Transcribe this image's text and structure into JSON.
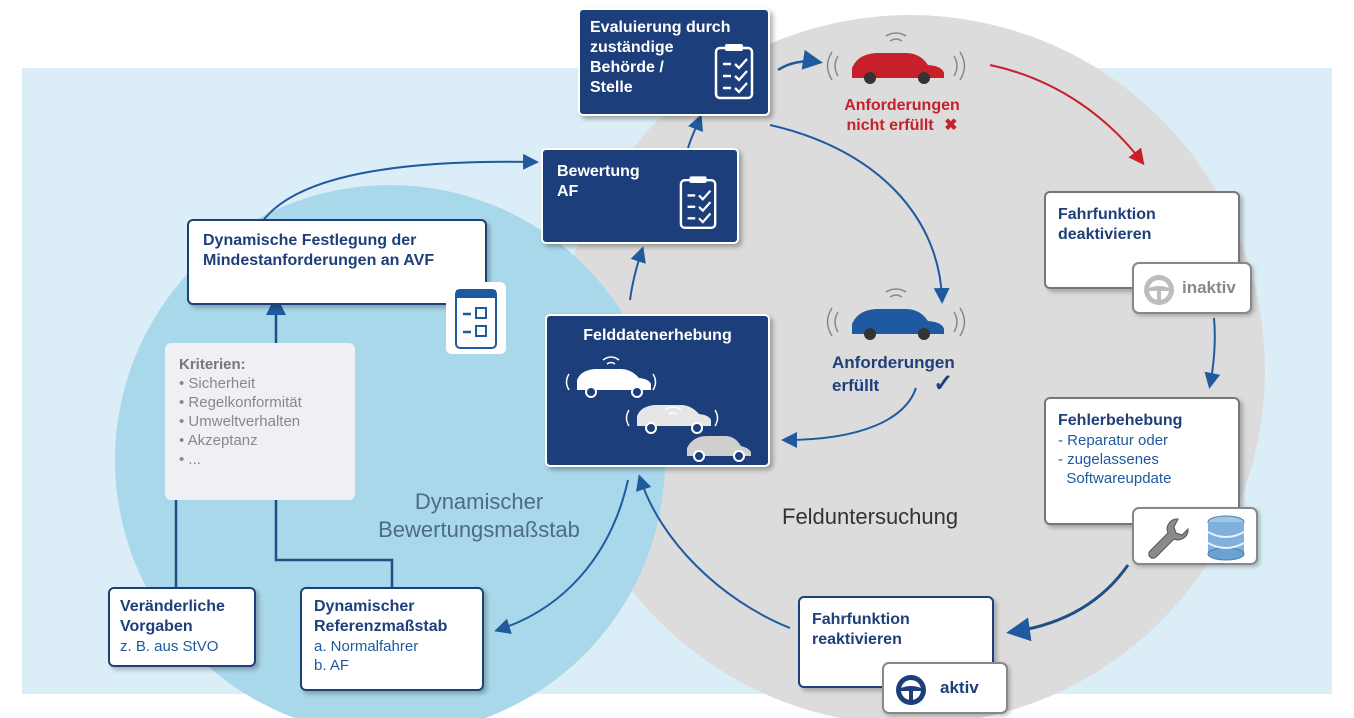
{
  "evaluation": {
    "title_lines": [
      "Evaluierung durch",
      "zuständige",
      "Behörde /",
      "Stelle"
    ]
  },
  "bewertung": {
    "title_lines": [
      "Bewertung",
      "AF"
    ]
  },
  "festlegung": {
    "title_lines": [
      "Dynamische Festlegung der",
      "Mindestanforderungen an AVF"
    ]
  },
  "felddaten": {
    "title": "Felddatenerhebung"
  },
  "criteria": {
    "title": "Kriterien:",
    "items": [
      "• Sicherheit",
      "• Regelkonformität",
      "• Umweltverhalten",
      "• Akzeptanz",
      "• ..."
    ]
  },
  "dyn_bewertung": {
    "lines": [
      "Dynamischer",
      "Bewertungsmaßstab"
    ]
  },
  "felduntersuchung": {
    "label": "Felduntersuchung"
  },
  "not_met": {
    "lines": [
      "Anforderungen",
      "nicht erfüllt"
    ],
    "mark": "✖"
  },
  "met": {
    "lines": [
      "Anforderungen",
      "erfüllt"
    ],
    "mark": "✓"
  },
  "deaktivieren": {
    "title_lines": [
      "Fahrfunktion",
      "deaktivieren"
    ],
    "status": "inaktiv"
  },
  "fehler": {
    "title": "Fehlerbehebung",
    "lines": [
      "- Reparatur oder",
      "- zugelassenes",
      "  Softwareupdate"
    ]
  },
  "reaktivieren": {
    "title_lines": [
      "Fahrfunktion",
      "reaktivieren"
    ],
    "status": "aktiv"
  },
  "vorgaben": {
    "title_lines": [
      "Veränderliche",
      "Vorgaben"
    ],
    "sub": "z. B. aus StVO"
  },
  "referenz": {
    "title_lines": [
      "Dynamischer",
      "Referenzmaßstab"
    ],
    "lines": [
      "a. Normalfahrer",
      "b. AF"
    ]
  },
  "colors": {
    "navy": "#1c3f7c",
    "band": "#dbeef7",
    "circle_blue": "#a9d8ea",
    "circle_grey": "#dcdcdc",
    "red": "#c8202a"
  }
}
